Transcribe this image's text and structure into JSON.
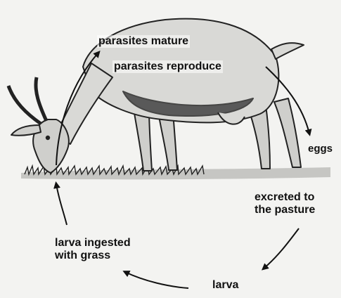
{
  "labels": {
    "parasites_mature": "parasites mature",
    "parasites_reproduce": "parasites reproduce",
    "eggs": "eggs",
    "excreted_line1": "excreted to",
    "excreted_line2": "the pasture",
    "larva": "larva",
    "ingested_line1": "larva ingested",
    "ingested_line2": "with grass"
  },
  "icons": [
    "goat-illustration",
    "grass",
    "cycle-arrow"
  ],
  "colors": {
    "ink": "#111111",
    "background": "#f3f3f1",
    "goat_fill": "#d9d9d6"
  }
}
